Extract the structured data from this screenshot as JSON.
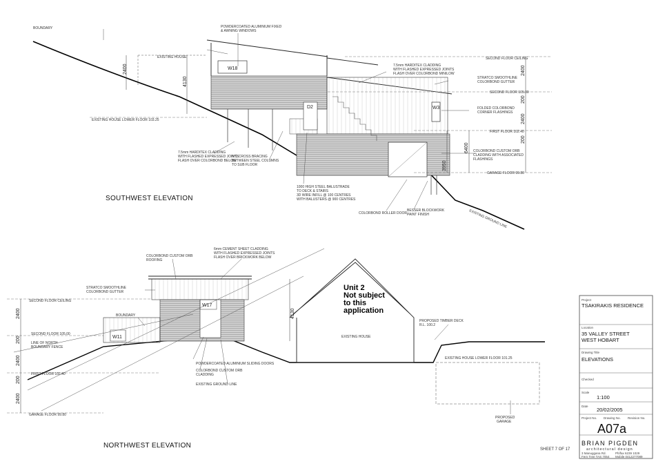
{
  "elevations": {
    "southwest": {
      "title": "SOUTHWEST ELEVATION",
      "labels": {
        "boundary": "BOUNDARY",
        "powdercoated_windows": [
          "POWDERCOATED ALUMINIUM FIXED",
          "& AWNING WINDOWS"
        ],
        "existing_house": "EXISTING HOUSE",
        "existing_house_lower_floor": "EXISTING HOUSE LOWER FLOOR 103.25",
        "hardi_cladding_upper": [
          "7.5mm HARDITEX CLADDING",
          "WITH FLASHED EXPRESSED JOINTS",
          "FLASH OVER COLORBOND MINILOW"
        ],
        "stratco_gutter": [
          "STRATCO SMOOTHLINE",
          "COLORBOND GUTTER"
        ],
        "second_floor_ceiling": "SECOND FLOOR CEILING",
        "second_floor": "SECOND FLOOR 105.00",
        "folded_flashings": [
          "FOLDED COLORBOND",
          "CORNER FLASHINGS"
        ],
        "first_floor": "FIRST FLOOR 102.40",
        "custom_orb": [
          "COLORBOND CUSTOM ORB",
          "CLADDING WITH ASSOCIATED",
          "FLASHINGS"
        ],
        "garage_floor": "GARAGE FLOOR 99.80",
        "hardi_cladding_lower": [
          "7.5mm HARDITEX CLADDING",
          "WITH FLASHED EXPRESSED JOINTS",
          "FLASH OVER COLORBOND BELOW"
        ],
        "cross_bracing": [
          "N°2 CROSS BRACING",
          "BETWEEN STEEL COLUMNS",
          "TO SUB FLOOR"
        ],
        "balustrade": [
          "1000 HIGH STEEL BALUSTRADE",
          "TO DECK & STAIRS",
          "3D WIRE INFILL @ 100 CENTRES",
          "WITH BALUSTERS @ 900 CENTRES"
        ],
        "roller_door": "COLORBOND ROLLER DOOR",
        "blockwork": [
          "BESSER BLOCKWORK",
          "PAINT FINISH"
        ],
        "existing_ground_line": "EXISTING GROUND LINE"
      },
      "windows": [
        "W18",
        "D2",
        "W3"
      ],
      "dims": [
        "2400",
        "4130",
        "2400",
        "200",
        "2400",
        "200",
        "6400",
        "3950"
      ]
    },
    "northwest": {
      "title": "NORTHWEST ELEVATION",
      "labels": {
        "custom_orb_roofing": [
          "COLORBOND CUSTOM ORB",
          "ROOFING"
        ],
        "cement_sheet": [
          "6mm CEMENT SHEET CLADDING",
          "WITH FLASHED EXPRESSED JOINTS",
          "FLASH OVER BRICKWORK BELOW"
        ],
        "stratco_gutter": [
          "STRATCO SMOOTHLINE",
          "COLORBOND GUTTER"
        ],
        "second_floor_ceiling": "SECOND FLOOR CEILING",
        "boundary": "BOUNDARY",
        "second_floor": "SECOND FLOOR 105.00",
        "north_boundary_fence": [
          "LINE OF NORTH",
          "BOUNDARY FENCE"
        ],
        "first_floor": "FIRST FLOOR 102.40",
        "sliding_doors": "POWDERCOATED ALUMINIUM SLIDING DOORS",
        "custom_orb_cladding": [
          "COLORBOND CUSTOM ORB",
          "CLADDING"
        ],
        "existing_ground_line": "EXISTING GROUND LINE",
        "garage_floor": "GARAGE FLOOR 99.80",
        "existing_house": "EXISTING HOUSE",
        "unit2_note": [
          "Unit 2",
          "Not subject",
          "to this",
          "application"
        ],
        "proposed_deck": [
          "PROPOSED TIMBER DECK",
          "R.L. 100.2"
        ],
        "existing_house_lower_floor": "EXISTING HOUSE LOWER FLOOR 101.25",
        "proposed_garage": [
          "PROPOSED",
          "GARAGE"
        ]
      },
      "windows": [
        "W17",
        "W11"
      ],
      "dims": [
        "2400",
        "200",
        "2400",
        "200",
        "2400",
        "4130"
      ]
    }
  },
  "title_block": {
    "project_label": "Project",
    "project": "TSAKIRAKIS RESIDENCE",
    "location_label": "Location",
    "location": [
      "35 VALLEY STREET",
      "WEST HOBART"
    ],
    "drawing_title_label": "Drawing Title",
    "drawing_title": "ELEVATIONS",
    "checked_label": "Checked",
    "scale_label": "Scale",
    "scale": "1:100",
    "date_label": "Date",
    "date": "20/02/2005",
    "project_no_label": "Project No.",
    "drawing_no_label": "Drawing No.",
    "revision_no_label": "Revision No.",
    "drawing_number": "A07a",
    "firm_name": "BRIAN PIGDEN",
    "firm_tagline": "architectural design",
    "firm_address": [
      "3 Manuggana Rd.",
      "Fern Tree TAS 7054"
    ],
    "firm_phone": [
      "Ph/fax 6239 1029",
      "Mobile 0412277089"
    ],
    "sheet": "SHEET 7 OF 17"
  }
}
